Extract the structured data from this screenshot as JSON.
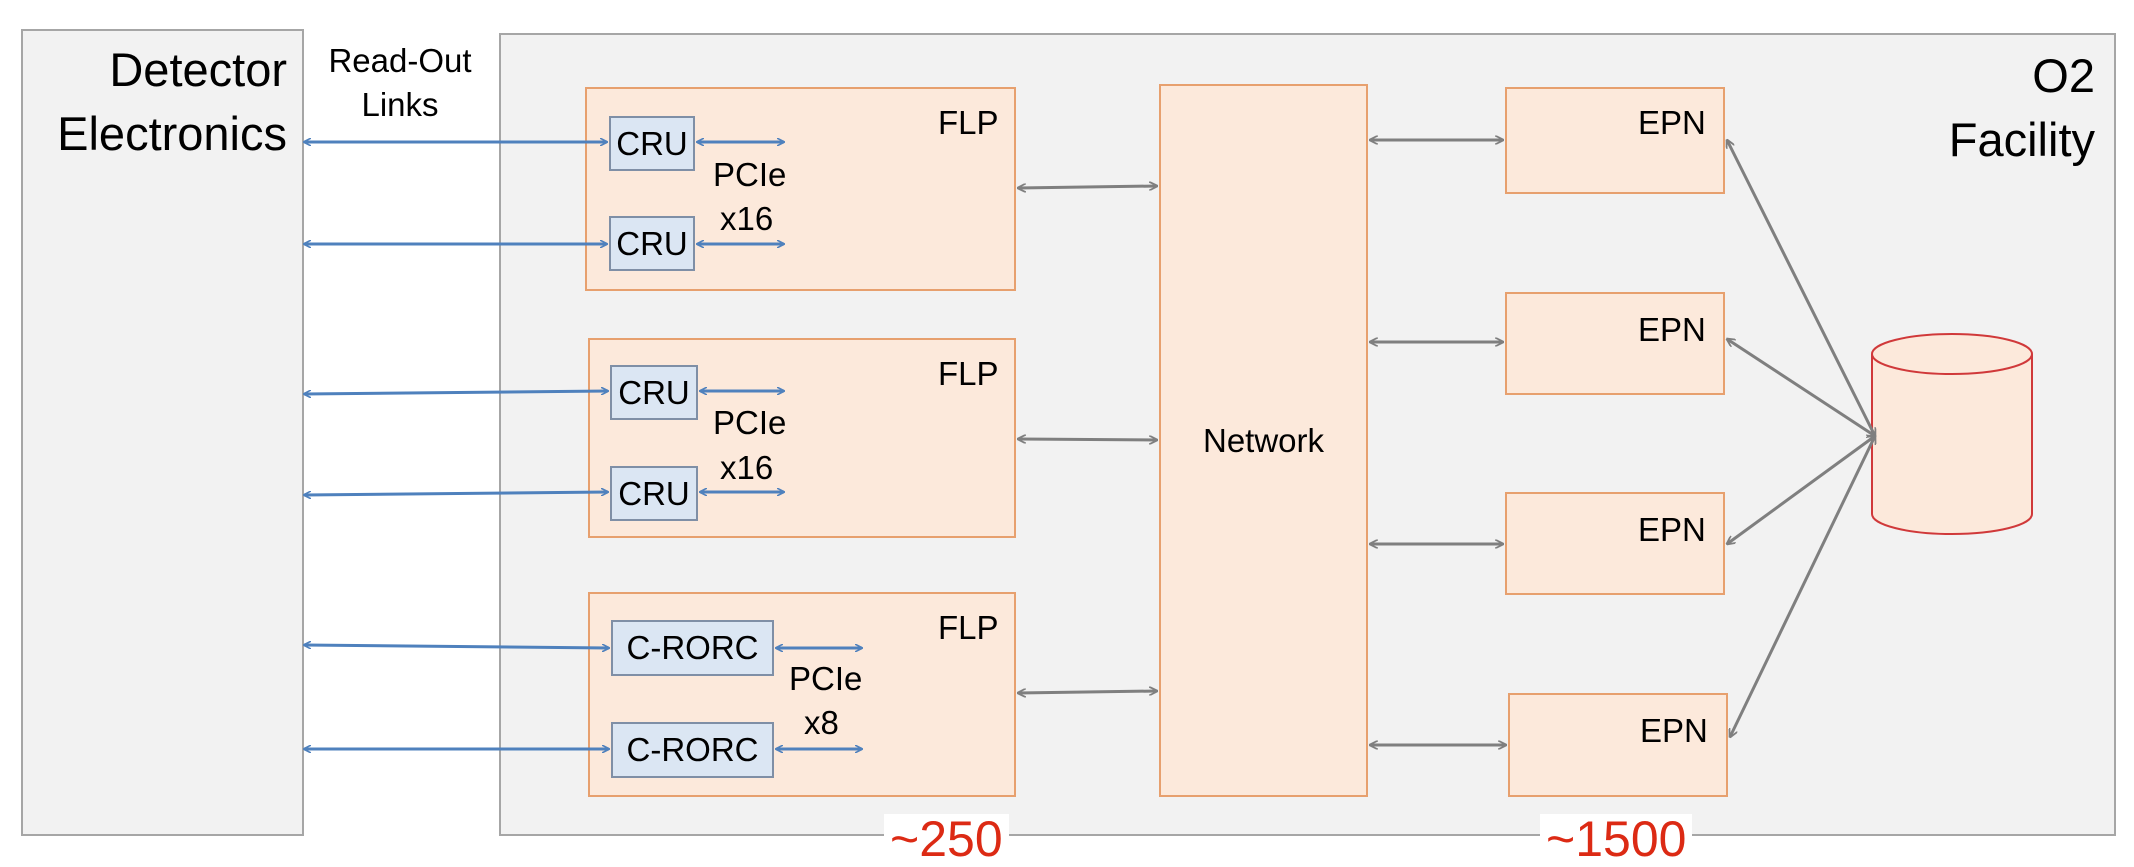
{
  "detector": {
    "title_line1": "Detector",
    "title_line2": "Electronics"
  },
  "links_label": {
    "line1": "Read-Out",
    "line2": "Links"
  },
  "facility": {
    "title_line1": "O2",
    "title_line2": "Facility"
  },
  "flps": [
    {
      "label": "FLP",
      "cards": [
        "CRU",
        "CRU"
      ],
      "pcie_line1": "PCIe",
      "pcie_line2": "x16"
    },
    {
      "label": "FLP",
      "cards": [
        "CRU",
        "CRU"
      ],
      "pcie_line1": "PCIe",
      "pcie_line2": "x16"
    },
    {
      "label": "FLP",
      "cards": [
        "C-RORC",
        "C-RORC"
      ],
      "pcie_line1": "PCIe",
      "pcie_line2": "x8"
    }
  ],
  "network": {
    "label": "Network"
  },
  "epns": [
    {
      "label": "EPN"
    },
    {
      "label": "EPN"
    },
    {
      "label": "EPN"
    },
    {
      "label": "EPN"
    }
  ],
  "counts": {
    "flp": "~250",
    "epn": "~1500"
  },
  "colors": {
    "link_arrow": "#4f81bd",
    "net_arrow": "#7f7f7f",
    "node_fill": "#fce9db",
    "node_border": "#e7a06e",
    "card_fill": "#dbe6f3",
    "count_text": "#dc2a14",
    "storage_border": "#d0393a"
  }
}
